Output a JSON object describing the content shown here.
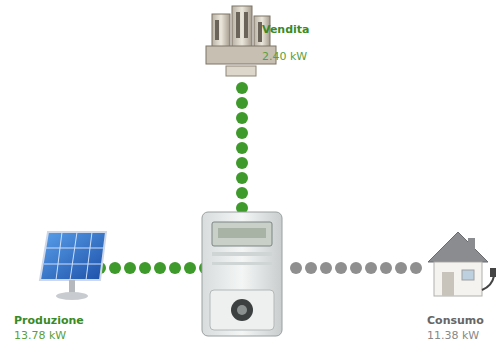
{
  "diagram": {
    "nodes": [
      {
        "text": [
          "Vendita",
          "2.40 kW"
        ]
      },
      {
        "text": [
          "Produzione",
          "13.78 kW"
        ]
      },
      {
        "text": [
          "Consumo",
          "11.38 kW"
        ]
      }
    ]
  }
}
